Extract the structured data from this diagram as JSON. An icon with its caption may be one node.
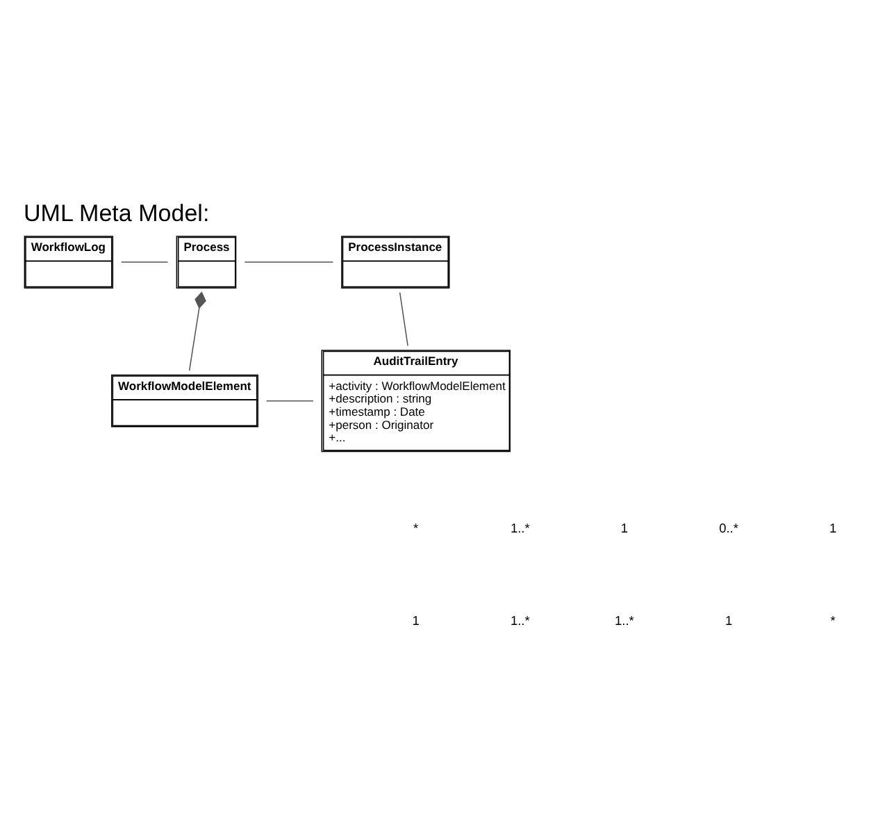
{
  "diagram": {
    "title": "UML Meta Model:",
    "nodes": [
      {
        "text": [
          "WorkflowLog"
        ]
      },
      {
        "text": [
          "Process"
        ]
      },
      {
        "text": [
          "ProcessInstance"
        ]
      },
      {
        "text": [
          "AuditTrailEntry",
          "+activity : WorkflowModelElement",
          "+description : string",
          "+timestamp : Date",
          "+person : Originator",
          "+..."
        ]
      },
      {
        "text": [
          "WorkflowModelElement"
        ]
      }
    ],
    "edges": [
      {
        "from": 0,
        "to": 1,
        "arrow": "none"
      },
      {
        "from": 1,
        "to": 2,
        "arrow": "none"
      },
      {
        "from": 1,
        "to": 4,
        "arrow": "other"
      },
      {
        "from": 2,
        "to": 3,
        "arrow": "none"
      },
      {
        "from": 4,
        "to": 3,
        "arrow": "none"
      }
    ],
    "labels": [
      "*",
      "1..*",
      "1",
      "0..*",
      "1",
      "1",
      "1..*",
      "1..*",
      "1",
      "*"
    ]
  }
}
